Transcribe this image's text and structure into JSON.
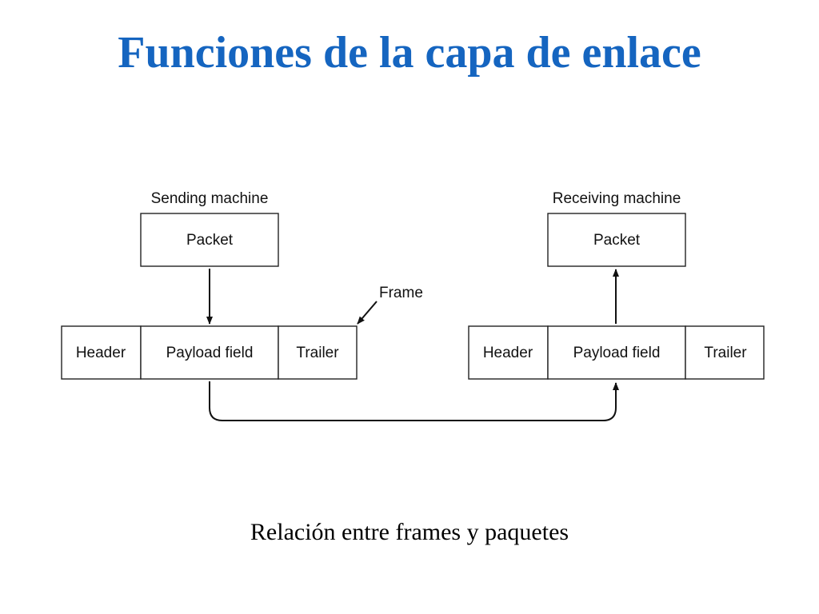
{
  "title": "Funciones de la capa de enlace",
  "diagram": {
    "sender": {
      "machine_label": "Sending machine",
      "packet_label": "Packet",
      "frame": {
        "header": "Header",
        "payload": "Payload field",
        "trailer": "Trailer"
      }
    },
    "receiver": {
      "machine_label": "Receiving machine",
      "packet_label": "Packet",
      "frame": {
        "header": "Header",
        "payload": "Payload field",
        "trailer": "Trailer"
      }
    },
    "frame_label": "Frame"
  },
  "caption": "Relación entre frames y paquetes",
  "colors": {
    "title": "#1565c0",
    "lines": "#111111"
  }
}
